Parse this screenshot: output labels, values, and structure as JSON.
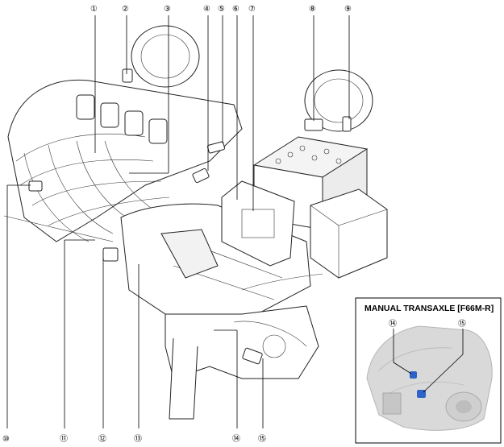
{
  "callouts_top": [
    "①",
    "②",
    "③",
    "④",
    "⑤",
    "⑥",
    "⑦",
    "⑧",
    "⑨"
  ],
  "callouts_bottom": [
    "⑩",
    "⑪",
    "⑫",
    "⑬",
    "⑭",
    "⑮"
  ],
  "inset": {
    "title": "MANUAL TRANSAXLE [F66M-R]",
    "callouts": [
      "⑭",
      "⑮"
    ]
  },
  "colors": {
    "line": "#000000",
    "part_fill": "#ffffff",
    "shadow_fill": "#e6e6e6",
    "photo_bg": "#d9d9d9",
    "highlight_blue": "#2f63c8"
  }
}
